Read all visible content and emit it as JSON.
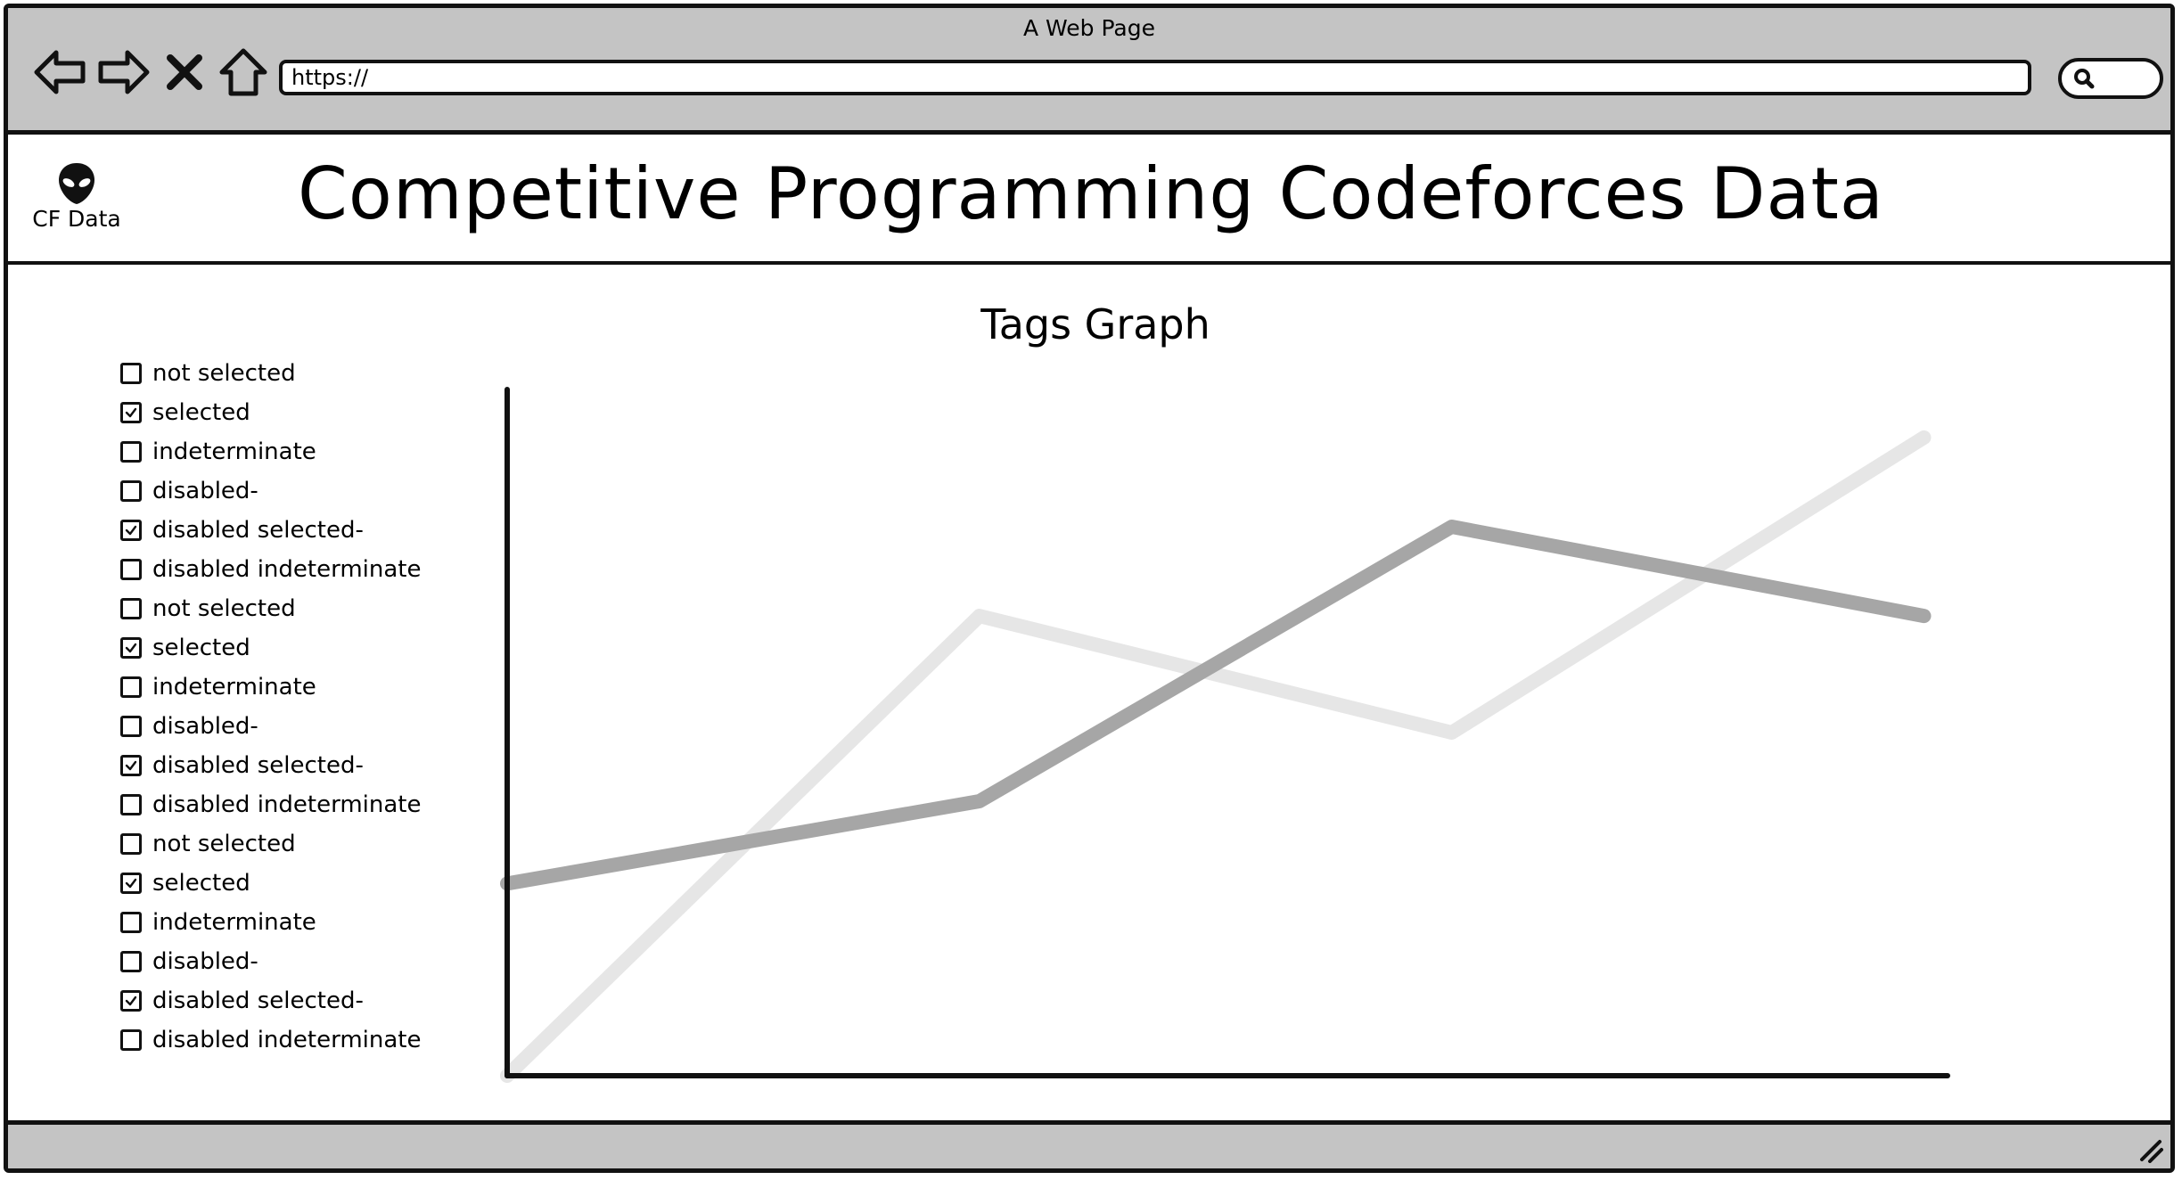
{
  "browser": {
    "window_title": "A Web Page",
    "url": "https://",
    "icons": {
      "back": "back-arrow-icon",
      "forward": "forward-arrow-icon",
      "stop": "close-icon",
      "home": "home-icon",
      "search": "search-icon"
    }
  },
  "header": {
    "logo_label": "CF Data",
    "title": "Competitive Programming Codeforces Data"
  },
  "filters": [
    {
      "label": "not selected",
      "checked": false
    },
    {
      "label": "selected",
      "checked": true
    },
    {
      "label": "indeterminate",
      "checked": false
    },
    {
      "label": "disabled-",
      "checked": false
    },
    {
      "label": "disabled selected-",
      "checked": true
    },
    {
      "label": "disabled indeterminate",
      "checked": false
    },
    {
      "label": "not selected",
      "checked": false
    },
    {
      "label": "selected",
      "checked": true
    },
    {
      "label": "indeterminate",
      "checked": false
    },
    {
      "label": "disabled-",
      "checked": false
    },
    {
      "label": "disabled selected-",
      "checked": true
    },
    {
      "label": "disabled indeterminate",
      "checked": false
    },
    {
      "label": "not selected",
      "checked": false
    },
    {
      "label": "selected",
      "checked": true
    },
    {
      "label": "indeterminate",
      "checked": false
    },
    {
      "label": "disabled-",
      "checked": false
    },
    {
      "label": "disabled selected-",
      "checked": true
    },
    {
      "label": "disabled indeterminate",
      "checked": false
    }
  ],
  "chart_data": {
    "type": "line",
    "title": "Tags Graph",
    "xlabel": "",
    "ylabel": "",
    "x": [
      0,
      1,
      2,
      3
    ],
    "xlim": [
      0,
      3.05
    ],
    "ylim": [
      0,
      100
    ],
    "grid": false,
    "series": [
      {
        "values": [
          0,
          67,
          50,
          93
        ],
        "color": "#e6e6e6"
      },
      {
        "values": [
          28,
          40,
          80,
          67
        ],
        "color": "#a6a6a6"
      }
    ]
  }
}
